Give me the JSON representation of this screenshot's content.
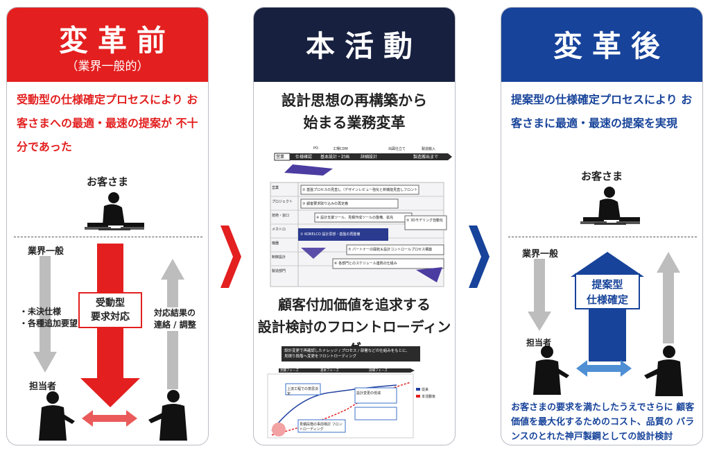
{
  "panel_before": {
    "title": "変革前",
    "subtitle": "（業界一般的）",
    "lead": "受動型の仕様確定プロセスにより お客さまへの最適・最速の提案が 不十分であった",
    "customer_label": "お客さま",
    "industry_label": "業界一般",
    "left_notes": [
      "・未決仕様",
      "・各種追加要望"
    ],
    "center_box": [
      "受動型",
      "要求対応"
    ],
    "right_notes": [
      "対応結果の",
      "連絡 / 調整"
    ],
    "person_label": "担当者",
    "colors": {
      "accent": "#e31f1f",
      "gray_arrow": "#bdbdbd"
    }
  },
  "panel_activity": {
    "title": "本活動",
    "lead_lines": [
      "設計思想の再構築から",
      "始まる業務変革"
    ],
    "timeline": {
      "stages": [
        "営業",
        "仕様確認",
        "基本設計・計画",
        "詳細設計",
        "製造搬出まで"
      ],
      "milestones": [
        "PO",
        "工場CDM",
        "出図仕立て",
        "製造搬入"
      ]
    },
    "process_doc": {
      "rows": [
        "営業",
        "プロジェクト",
        "技術・窓口",
        "メカトロ",
        "機器",
        "制御設計",
        "製造部門"
      ],
      "items": [
        "② 基盤プロセスの見直し（デザインレビュー強化と新機能見直しフロントローディング）",
        "③ 顧客要求取り込みの再定義",
        "④ 設計支援ツール、見積作成ツールの整備、拡充",
        "⑤ 3Dモデリング自動化",
        "① KOBELCO 設計思想・基盤の再整備",
        "⑦ パートナーの開拓＆設計コントロールプロセス構築",
        "⑥ 各部門とのスケジュール連携の仕組み"
      ]
    },
    "mid_lines": [
      "顧客付加価値を追求する",
      "設計検討のフロントローディング"
    ],
    "lower_doc": {
      "banner": [
        "設計変更で再確認したナレッジ / プロセス / 部署などの仕組みをもとに、",
        "見積り段階へ変更をフロントローディング"
      ],
      "phases": [
        "見積フェーズ",
        "基本フェーズ",
        "詳細フェーズ"
      ],
      "callouts": [
        "見積段階の事前検討 フロントローディング",
        "上流工程での意思決定",
        "設計変更の低減"
      ],
      "legend": [
        "従来",
        "本活動後"
      ]
    },
    "colors": {
      "accent": "#17203f",
      "doc_purple": "#4a3ca0"
    }
  },
  "panel_after": {
    "title": "変革後",
    "lead": "提案型の仕様確定プロセスにより お客さまに最適・最速の提案を実現",
    "customer_label": "お客さま",
    "industry_label": "業界一般",
    "center_box": [
      "提案型",
      "仕様確定"
    ],
    "person_label": "担当者",
    "bottom_text": "お客さまの要求を満たしたうえでさらに 顧客価値を最大化するためのコスト、品質の バランスのとれた神戸製鋼としての設計検討",
    "colors": {
      "accent": "#17439a",
      "light_blue": "#4f8fd4"
    }
  },
  "arrows_between": {
    "left_color": "#e31f1f",
    "right_color": "#17439a"
  }
}
